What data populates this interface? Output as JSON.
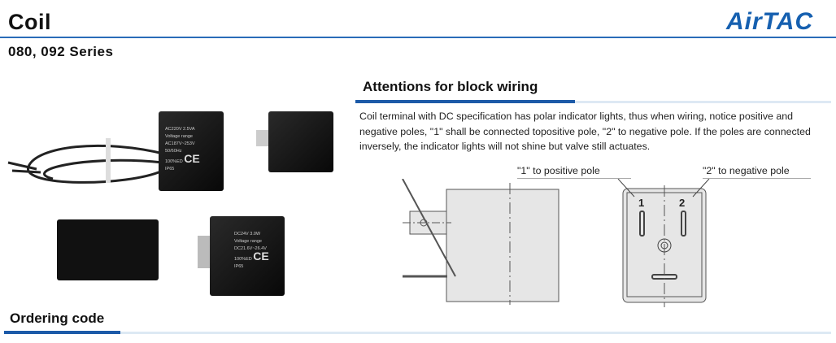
{
  "header": {
    "title": "Coil",
    "subtitle": "080, 092 Series",
    "logo": "AirTAC",
    "accent": "#1c5aa8"
  },
  "attention": {
    "heading": "Attentions for block wiring",
    "text": "Coil terminal with DC specification has polar indicator lights, thus when wiring, notice positive and negative poles, \"1\" shall be connected topositive pole, \"2\"  to negative pole. If the poles are connected inversely, the indicator lights will not shine but valve still actuates.",
    "label_positive": "\"1\"  to positive pole",
    "label_negative": "\"2\"  to negative pole",
    "pin1": "1",
    "pin2": "2"
  },
  "coils": {
    "ac": [
      "AC220V 2.5VA",
      "Voltage range",
      "AC187V~253V",
      "50/60Hz",
      "100%ED",
      "IP65"
    ],
    "dc": [
      "DC24V 3.0W",
      "Voltage range",
      "DC21.6V~26.4V",
      "100%ED",
      "IP65"
    ],
    "ce": "CE"
  },
  "ordering": {
    "heading": "Ordering code"
  }
}
